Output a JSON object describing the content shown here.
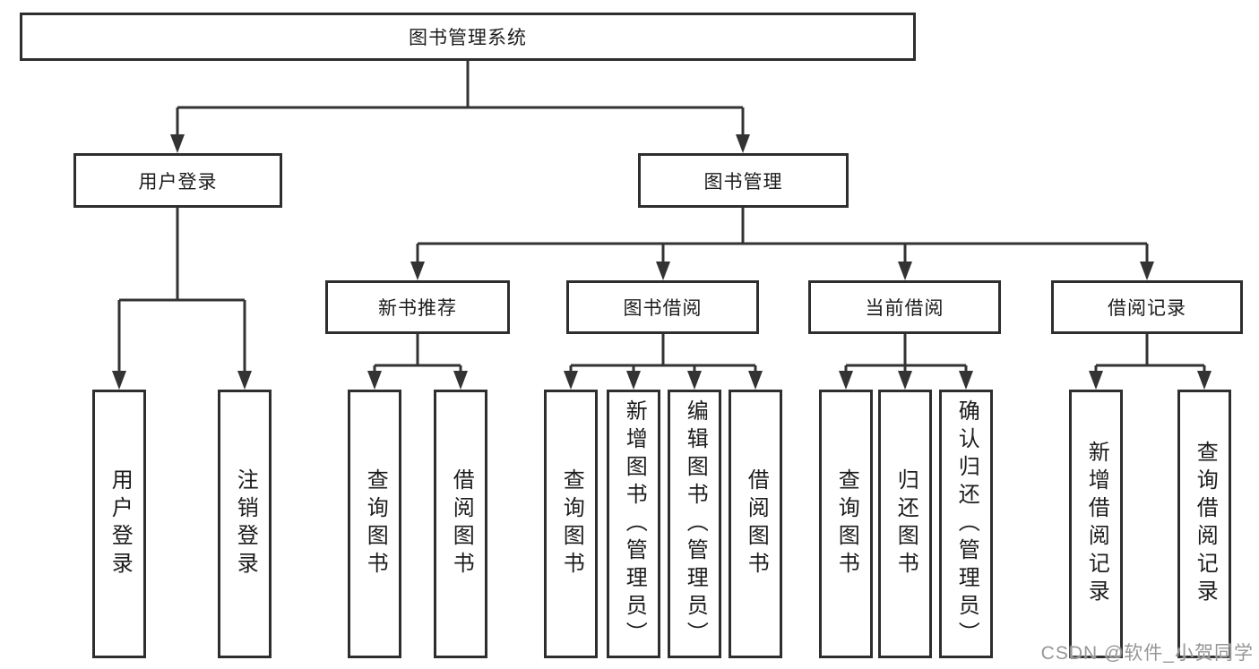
{
  "tree": {
    "root": "图书管理系统",
    "children": [
      {
        "label": "用户登录",
        "children": [
          {
            "label": "用户登录"
          },
          {
            "label": "注销登录"
          }
        ]
      },
      {
        "label": "图书管理",
        "children": [
          {
            "label": "新书推荐",
            "children": [
              {
                "label": "查询图书"
              },
              {
                "label": "借阅图书"
              }
            ]
          },
          {
            "label": "图书借阅",
            "children": [
              {
                "label": "查询图书"
              },
              {
                "label": "新增图书（管理员）"
              },
              {
                "label": "编辑图书（管理员）"
              },
              {
                "label": "借阅图书"
              }
            ]
          },
          {
            "label": "当前借阅",
            "children": [
              {
                "label": "查询图书"
              },
              {
                "label": "归还图书"
              },
              {
                "label": "确认归还（管理员）"
              }
            ]
          },
          {
            "label": "借阅记录",
            "children": [
              {
                "label": "新增借阅记录"
              },
              {
                "label": "查询借阅记录"
              }
            ]
          }
        ]
      }
    ]
  },
  "watermark": "CSDN @软件_小贺同学",
  "colors": {
    "line": "#333333",
    "box_border": "#2e2e2e",
    "text": "#1c1c1c",
    "watermark": "#979797",
    "background": "#ffffff"
  }
}
